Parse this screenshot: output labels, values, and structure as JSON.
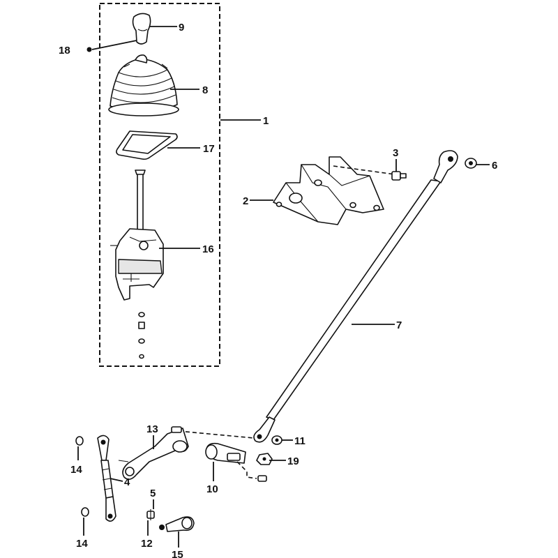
{
  "callouts": [
    {
      "id": "1",
      "part": "shifter-assembly"
    },
    {
      "id": "2",
      "part": "mounting-bracket"
    },
    {
      "id": "3",
      "part": "bolt"
    },
    {
      "id": "4",
      "part": "adjustable-link"
    },
    {
      "id": "5",
      "part": "pin"
    },
    {
      "id": "6",
      "part": "nut"
    },
    {
      "id": "7",
      "part": "shift-rod"
    },
    {
      "id": "8",
      "part": "rubber-boot"
    },
    {
      "id": "9",
      "part": "shift-knob"
    },
    {
      "id": "10",
      "part": "lever-clamp"
    },
    {
      "id": "11",
      "part": "nut"
    },
    {
      "id": "12",
      "part": "pin"
    },
    {
      "id": "13",
      "part": "bellcrank-lever"
    },
    {
      "id": "14",
      "part": "washer"
    },
    {
      "id": "14b",
      "part": "washer"
    },
    {
      "id": "15",
      "part": "rod-end"
    },
    {
      "id": "16",
      "part": "shifter-base"
    },
    {
      "id": "17",
      "part": "gasket"
    },
    {
      "id": "18",
      "part": "set-screw"
    },
    {
      "id": "19",
      "part": "nut"
    }
  ],
  "labels": {
    "c1": "1",
    "c2": "2",
    "c3": "3",
    "c4": "4",
    "c5": "5",
    "c6": "6",
    "c7": "7",
    "c8": "8",
    "c9": "9",
    "c10": "10",
    "c11": "11",
    "c12": "12",
    "c13": "13",
    "c14a": "14",
    "c14b": "14",
    "c15": "15",
    "c16": "16",
    "c17": "17",
    "c18": "18",
    "c19": "19"
  },
  "colors": {
    "line": "#111111",
    "background": "#ffffff",
    "shade": "#e6e6e6"
  }
}
